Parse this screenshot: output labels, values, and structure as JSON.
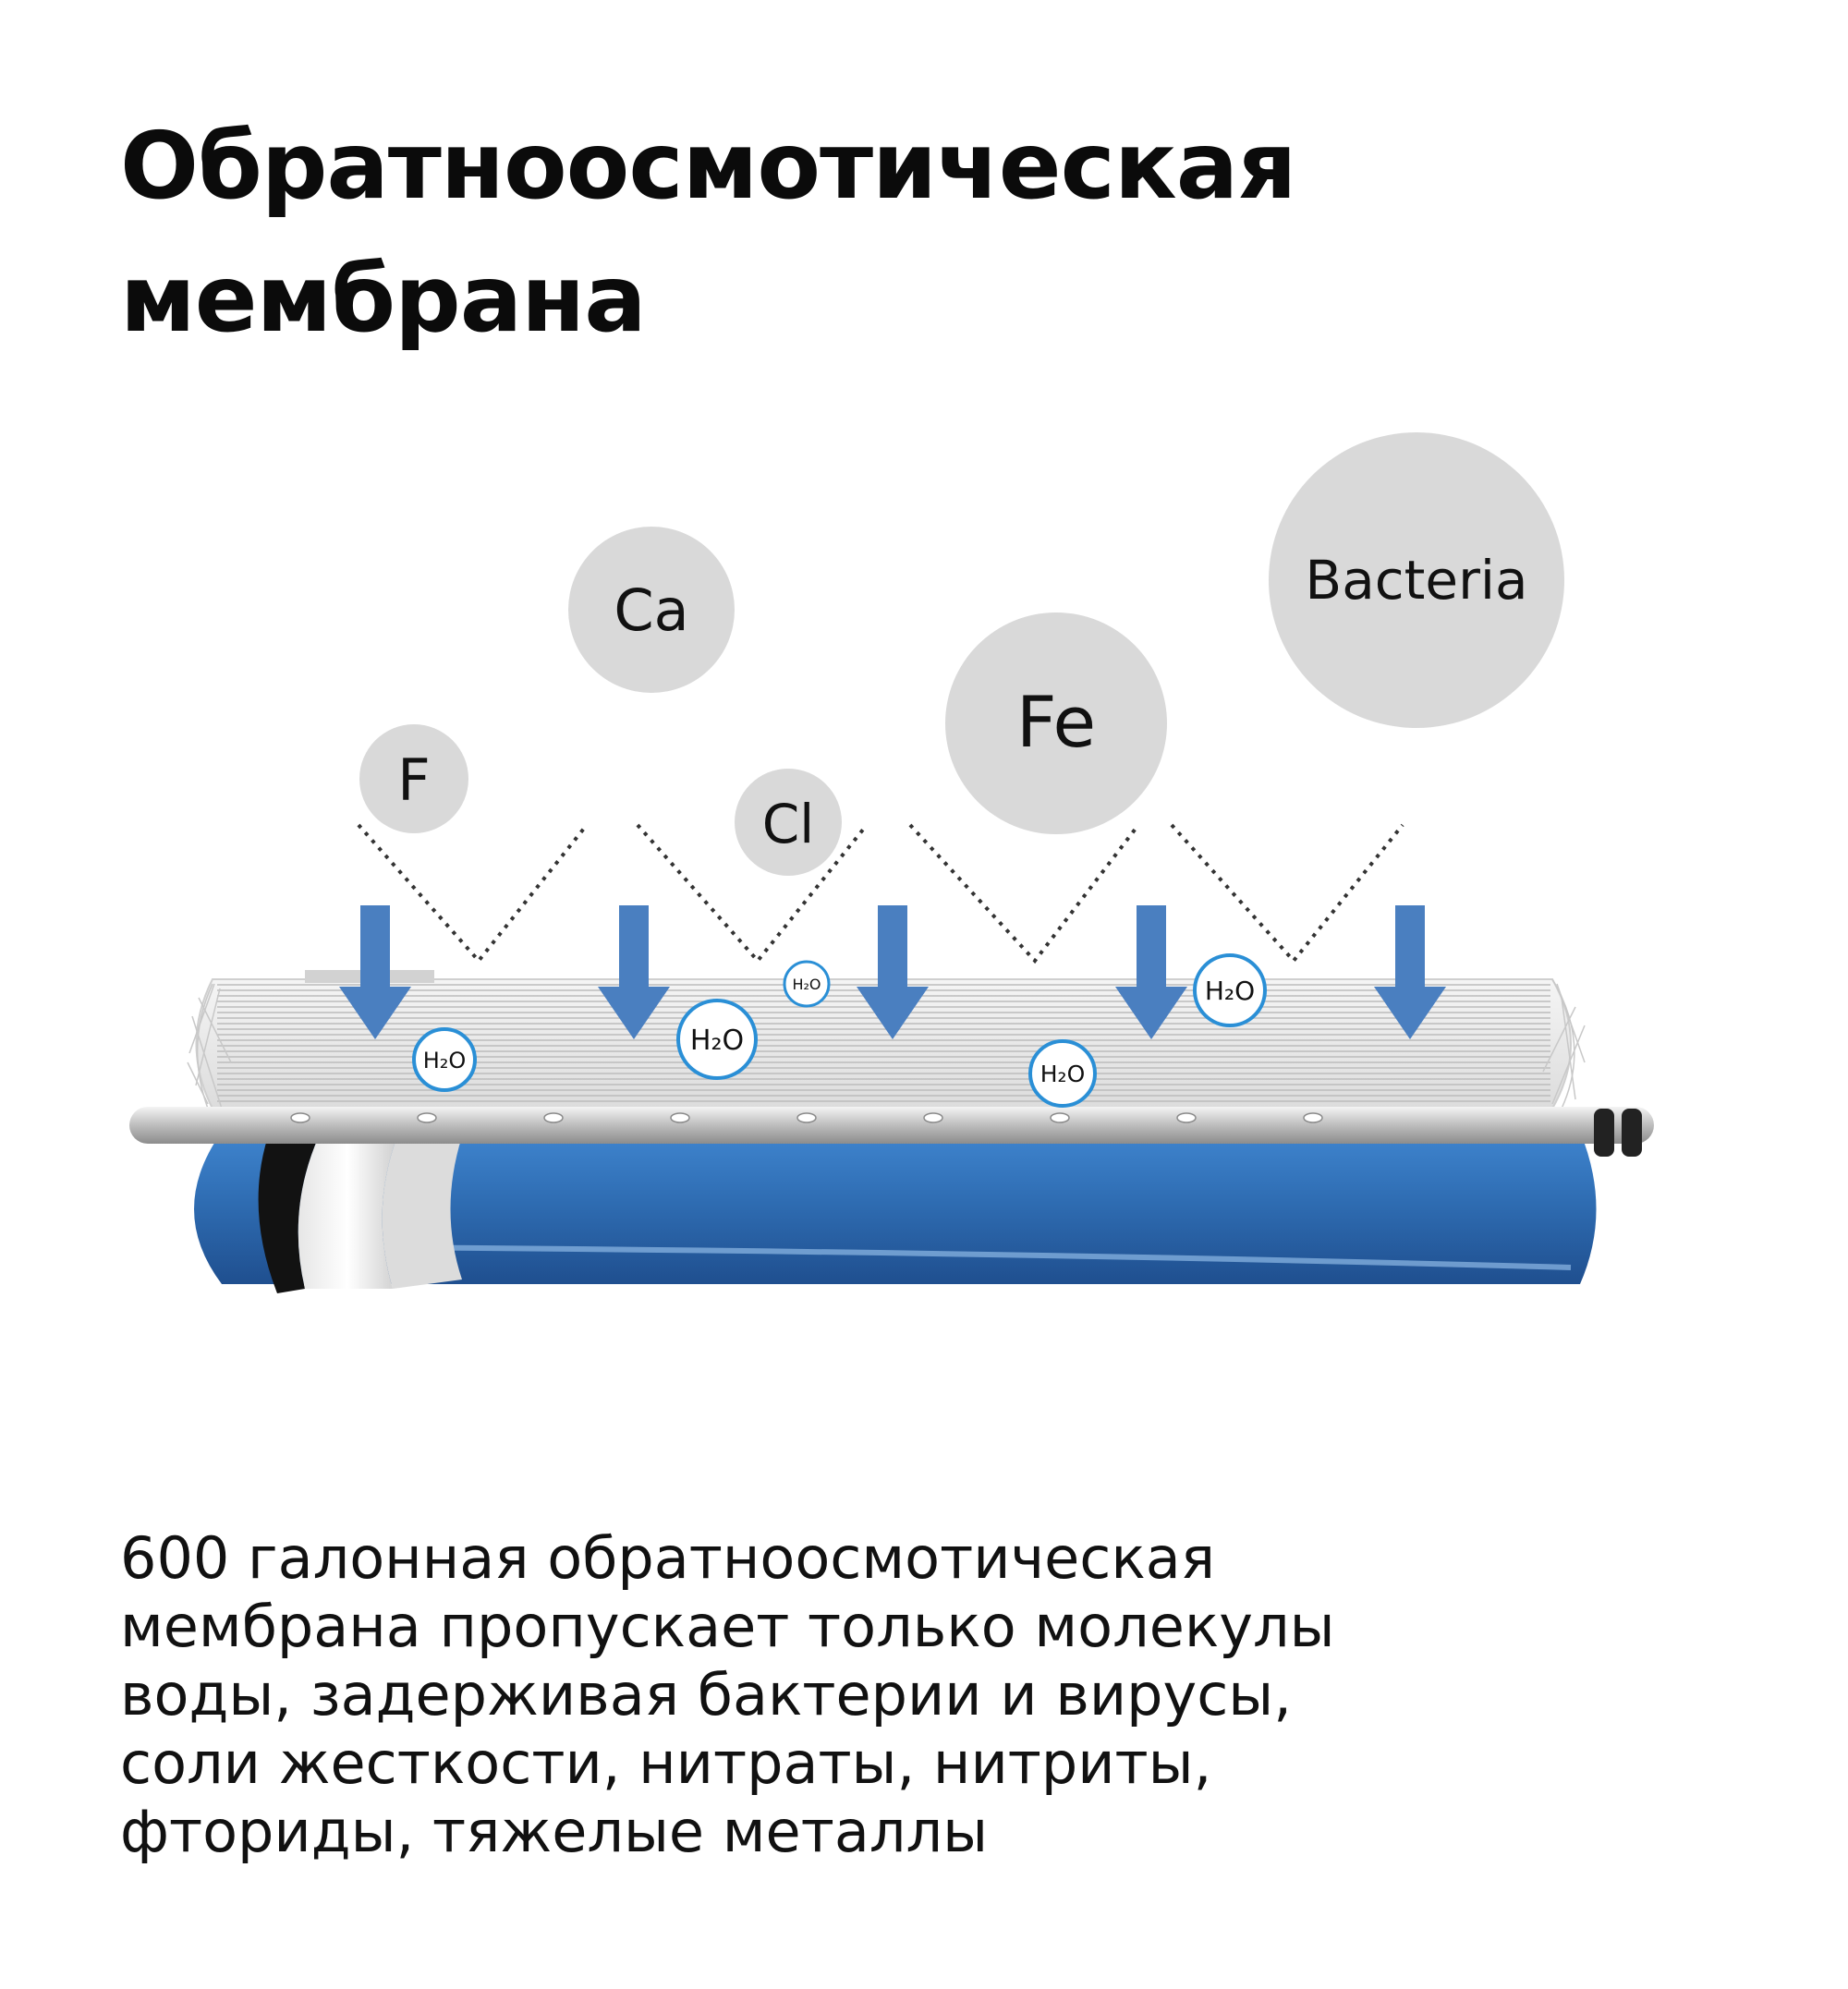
{
  "title": {
    "line1": "Обратноосмотическая",
    "line2": "мембрана"
  },
  "particles": {
    "f": "F",
    "ca": "Ca",
    "cl": "Cl",
    "fe": "Fe",
    "bacteria": "Bacteria"
  },
  "water_label": "H₂O",
  "description": {
    "lines": [
      "600 галонная обратноосмотическая",
      "мембрана пропускает только молекулы",
      "воды, задерживая бактерии и вирусы,",
      "соли жесткости, нитраты, нитриты,",
      "фториды, тяжелые металлы"
    ]
  },
  "colors": {
    "membrane_blue": "#2f6db3",
    "arrow_blue": "#4a7fc0",
    "particle_grey": "#d9d9d9",
    "water_ring": "#2a8fd6"
  }
}
